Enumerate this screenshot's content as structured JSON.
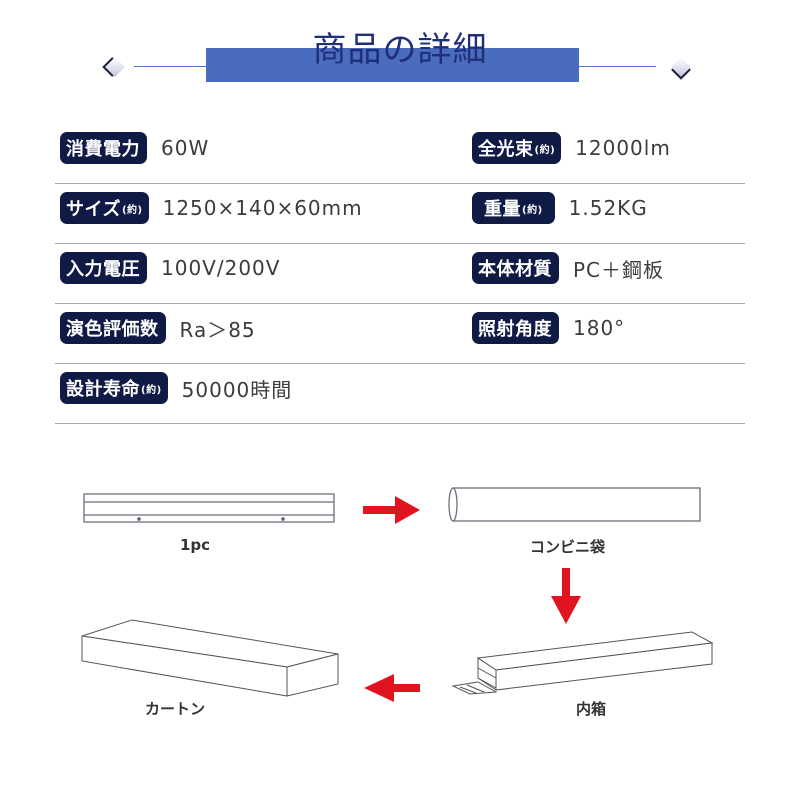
{
  "header": {
    "title": "商品の詳細",
    "accent_color": "#4a6cbf",
    "title_color": "#1f2f78"
  },
  "specs": [
    {
      "left": {
        "label": "消費電力",
        "label_sub": "",
        "value": "60W"
      },
      "right": {
        "label": "全光束",
        "label_sub": "(約)",
        "value": "12000lm"
      }
    },
    {
      "left": {
        "label": "サイズ",
        "label_sub": "(約)",
        "value": "1250×140×60mm"
      },
      "right": {
        "label": "重量",
        "label_sub": "(約)",
        "value": "1.52KG"
      }
    },
    {
      "left": {
        "label": "入力電圧",
        "label_sub": "",
        "value": "100V/200V"
      },
      "right": {
        "label": "本体材質",
        "label_sub": "",
        "value": "PC＋鋼板"
      }
    },
    {
      "left": {
        "label": "演色評価数",
        "label_sub": "",
        "value": "Ra＞85"
      },
      "right": {
        "label": "照射角度",
        "label_sub": "",
        "value": "180°"
      }
    },
    {
      "left": {
        "label": "設計寿命",
        "label_sub": "(約)",
        "value": "50000時間"
      },
      "right": null
    }
  ],
  "badge_color": "#0f1a45",
  "packaging": {
    "steps": [
      {
        "id": "product",
        "caption": "1pc"
      },
      {
        "id": "bag",
        "caption": "コンビニ袋"
      },
      {
        "id": "inner-box",
        "caption": "内箱"
      },
      {
        "id": "carton",
        "caption": "カートン"
      }
    ],
    "arrow_color": "#e0141e"
  }
}
